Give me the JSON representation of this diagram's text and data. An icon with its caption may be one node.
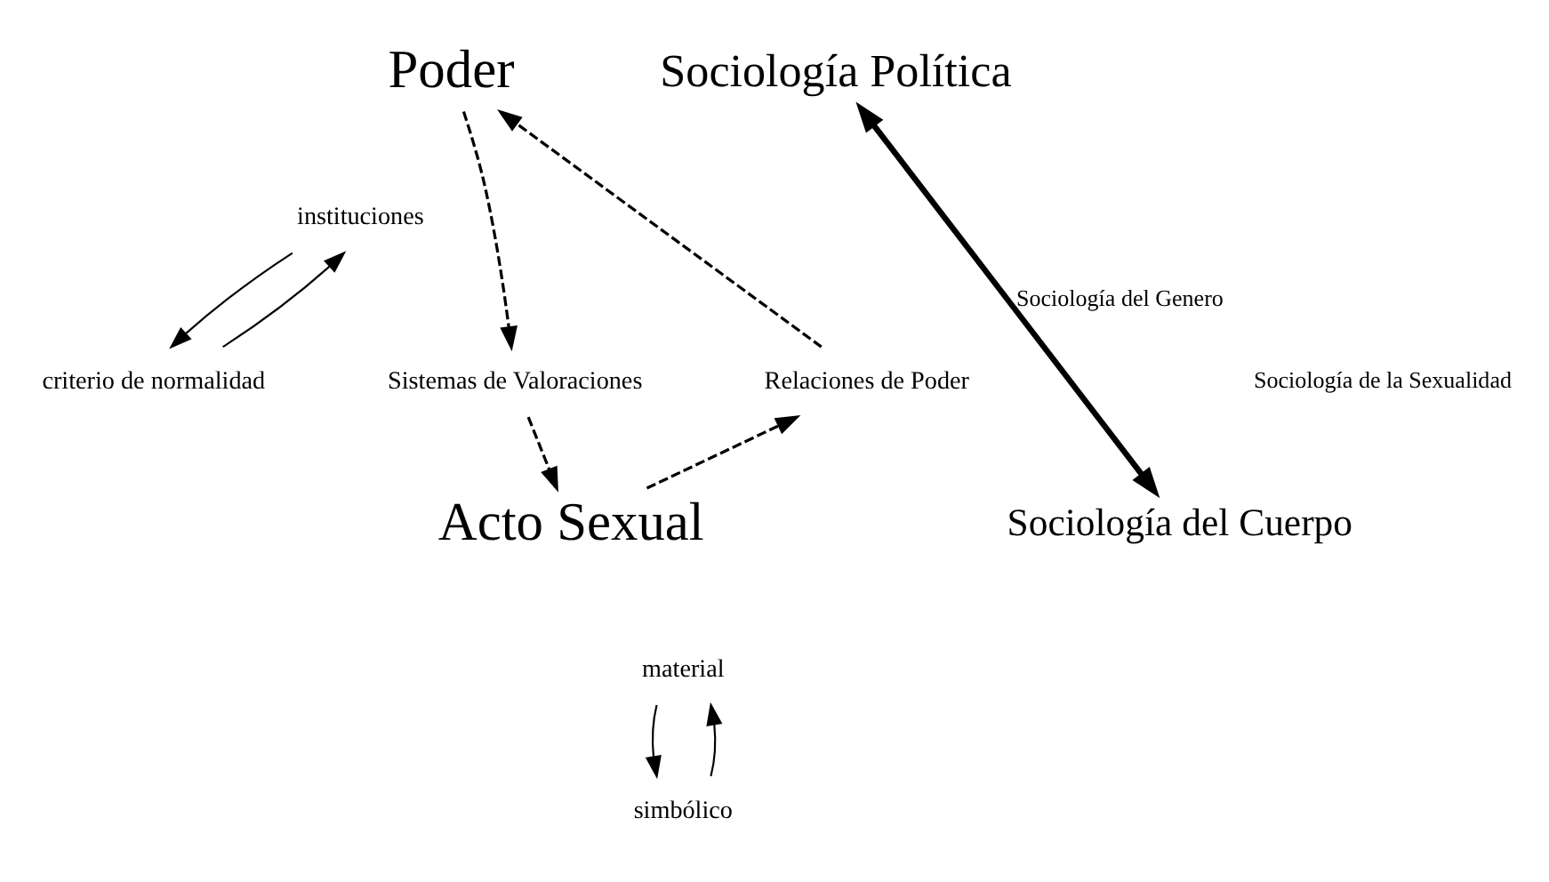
{
  "diagram": {
    "nodes": [
      {
        "text": [
          "Poder"
        ]
      },
      {
        "text": [
          "criterio de normalidad"
        ]
      },
      {
        "text": [
          "instituciones"
        ]
      },
      {
        "text": [
          "Sociología Política"
        ]
      },
      {
        "text": [
          "Sistemas de Valoraciones"
        ]
      },
      {
        "text": [
          "Relaciones de Poder"
        ]
      },
      {
        "text": [
          "Acto Sexual"
        ]
      },
      {
        "text": [
          "simbólico"
        ]
      },
      {
        "text": [
          "material"
        ]
      },
      {
        "text": [
          "Sociología del Cuerpo"
        ]
      }
    ],
    "edges": [
      {
        "from": 1,
        "to": 2,
        "arrow": "to"
      },
      {
        "from": 2,
        "to": 1,
        "arrow": "to"
      },
      {
        "from": 0,
        "to": 4,
        "arrow": "to",
        "style": "dashed"
      },
      {
        "from": 4,
        "to": 6,
        "arrow": "to",
        "style": "dashed"
      },
      {
        "from": 6,
        "to": 5,
        "arrow": "to",
        "style": "dashed"
      },
      {
        "from": 5,
        "to": 0,
        "arrow": "to",
        "style": "dashed"
      },
      {
        "from": 7,
        "to": 8,
        "arrow": "to"
      },
      {
        "from": 8,
        "to": 7,
        "arrow": "to"
      },
      {
        "from": 9,
        "to": 3,
        "arrow": "both",
        "style": "thick",
        "label": "Sociología del Genero"
      }
    ],
    "labels": [
      "Sociología de la Sexualidad"
    ]
  }
}
